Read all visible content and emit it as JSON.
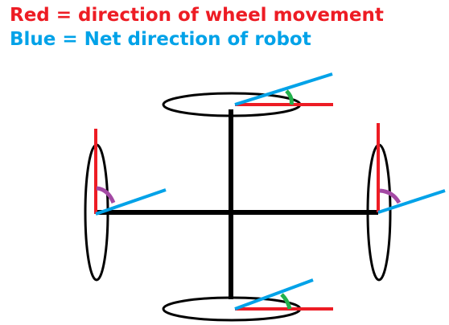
{
  "legend": {
    "red_text": "Red = direction of wheel movement",
    "blue_text": "Blue = Net direction of robot"
  },
  "colors": {
    "red": "#ed1c24",
    "blue": "#00a2e8",
    "black": "#000000",
    "green": "#22b14c",
    "purple": "#a349a4",
    "background": "#ffffff"
  },
  "diagram": {
    "wheels": [
      "top-wheel",
      "bottom-wheel",
      "left-wheel",
      "right-wheel"
    ],
    "angle_markers": [
      "green-arc",
      "green-arc",
      "purple-arc",
      "purple-arc"
    ]
  }
}
